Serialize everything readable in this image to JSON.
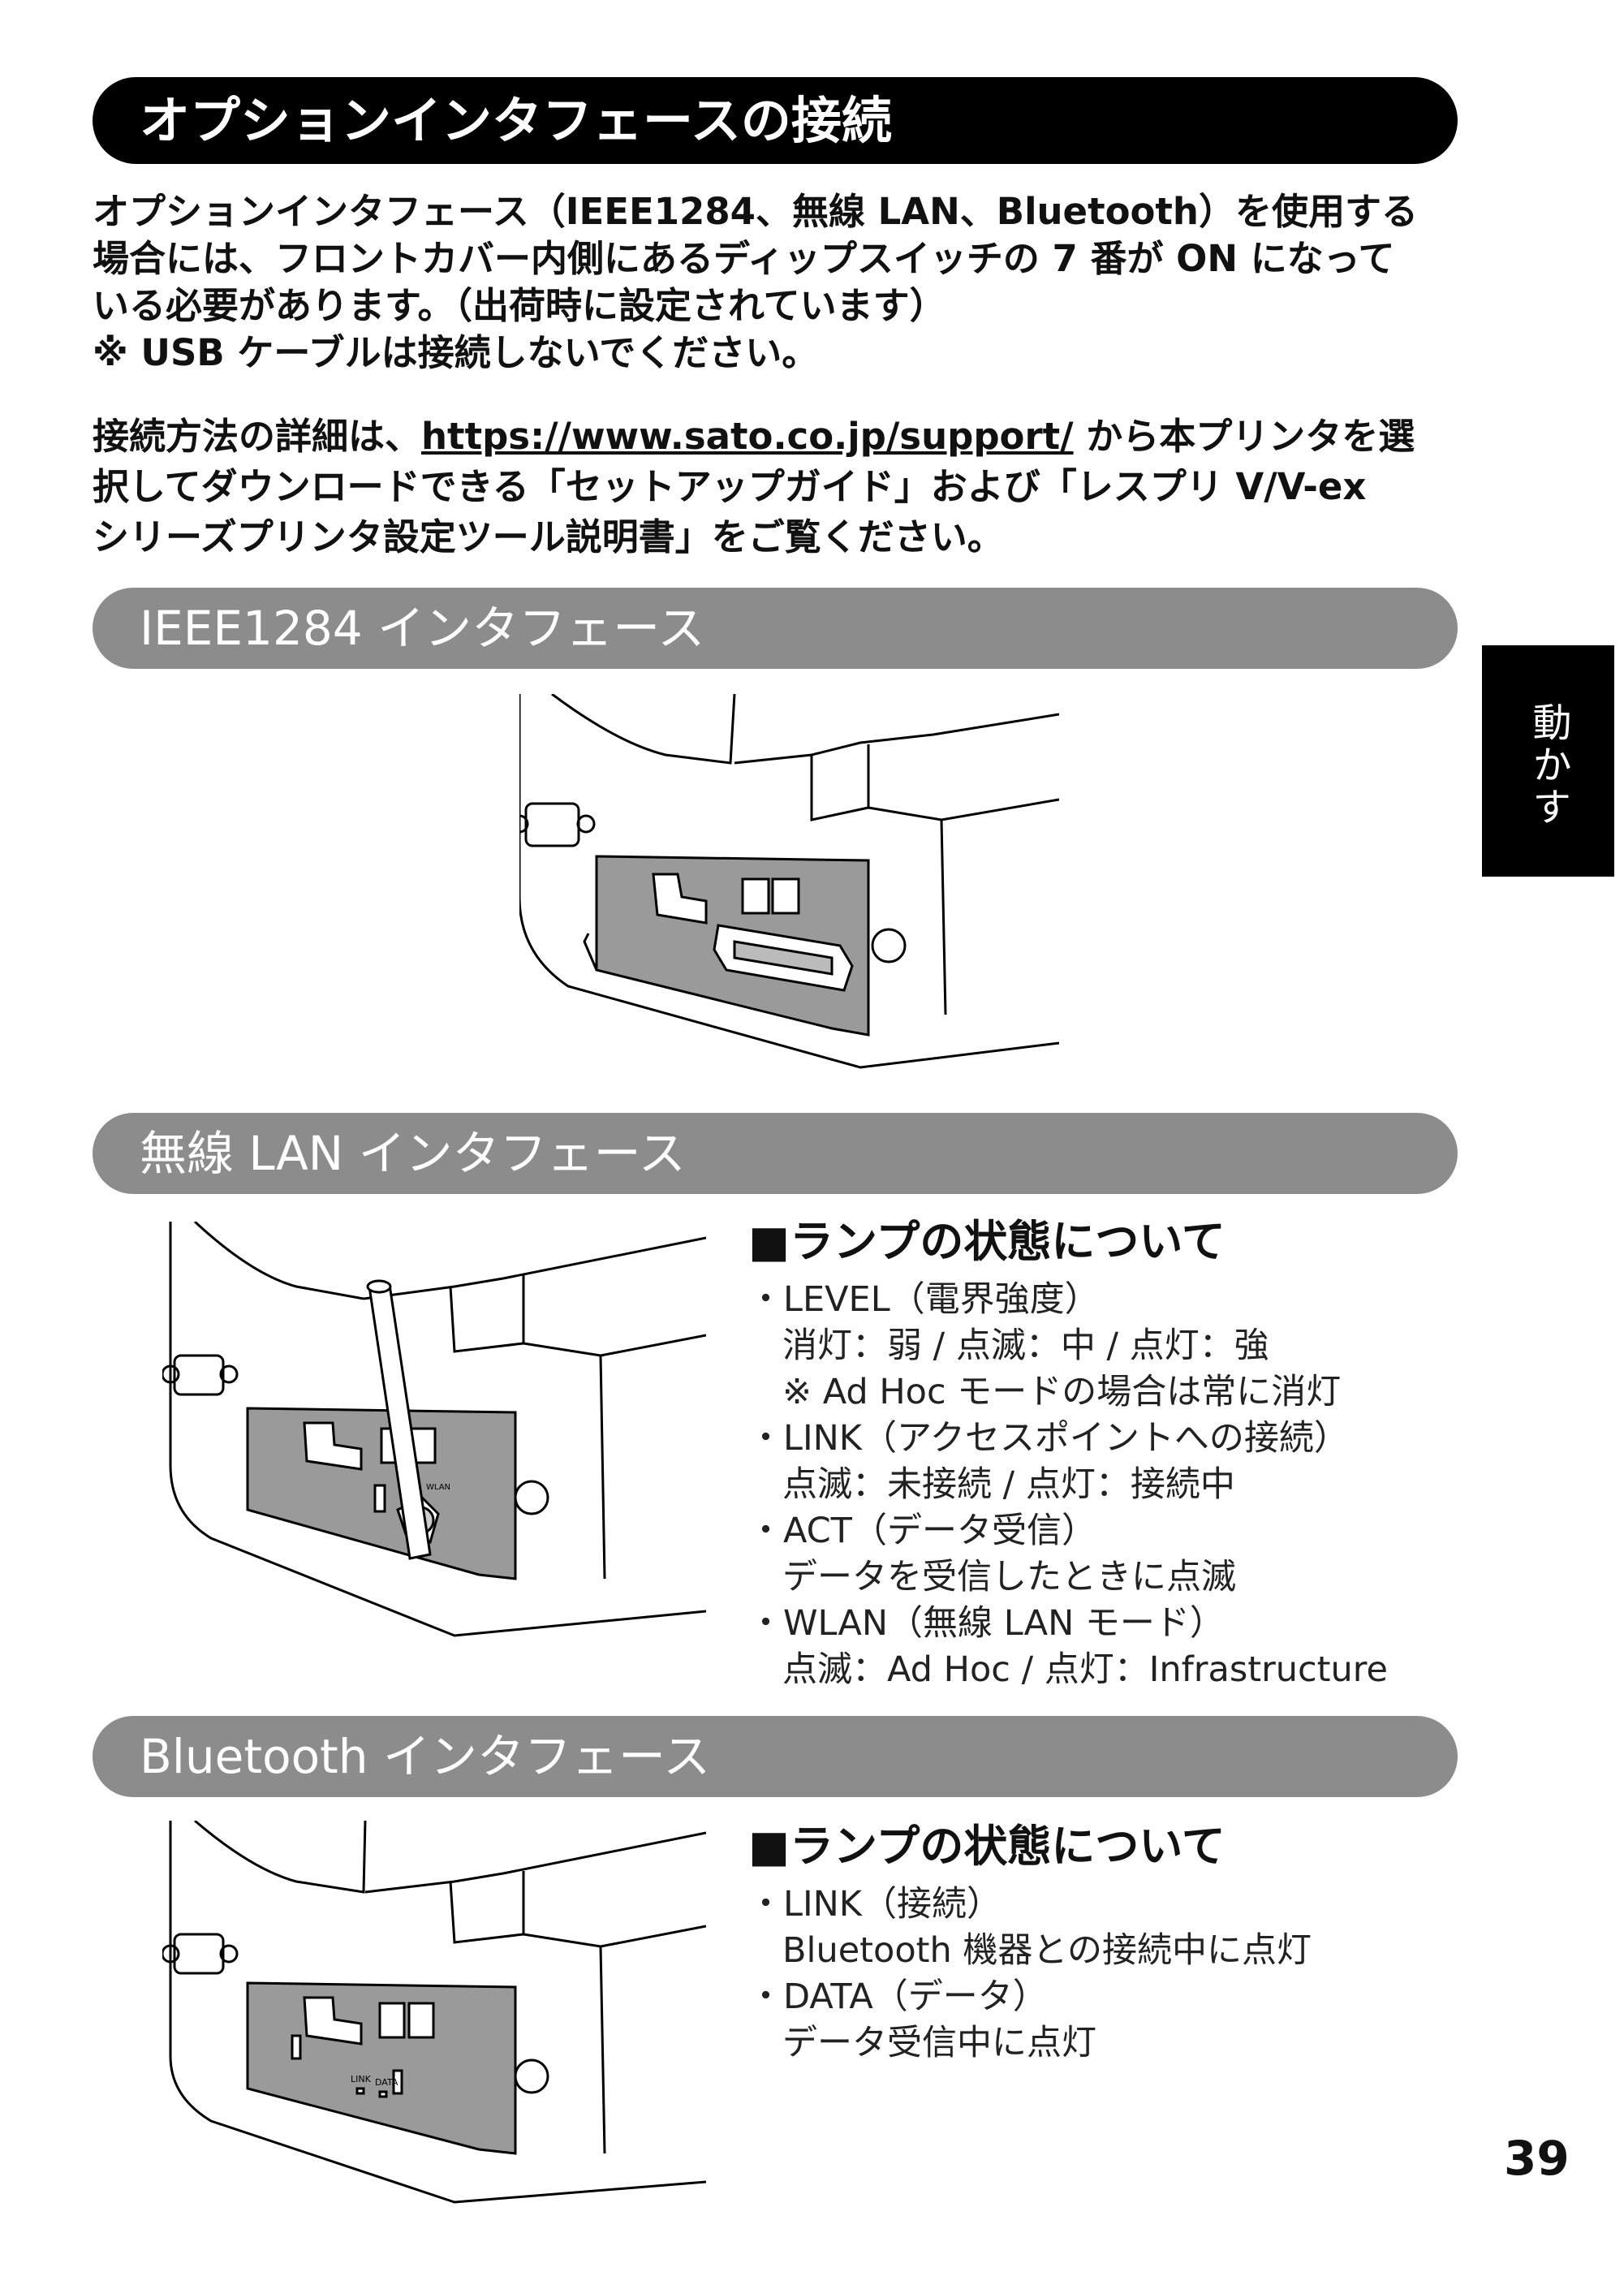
{
  "title": "オプションインタフェースの接続",
  "intro": {
    "lines": [
      "オプションインタフェース（IEEE1284、無線 LAN、Bluetooth）を使用する",
      "場合には、フロントカバー内側にあるディップスイッチの 7 番が ON になって",
      "いる必要があります。（出荷時に設定されています）",
      "※ USB ケーブルは接続しないでください。"
    ],
    "details_prefix": "接続方法の詳細は、",
    "details_link": "https://www.sato.co.jp/support/",
    "details_line1_suffix": " から本プリンタを選",
    "details_line2": "択してダウンロードできる「セットアップガイド」および「レスプリ V/V-ex",
    "details_line3": "シリーズプリンタ設定ツール説明書」をご覧ください。"
  },
  "sections": {
    "ieee": {
      "title": "IEEE1284 インタフェース"
    },
    "wlan": {
      "title": "無線 LAN インタフェース",
      "lamp_heading": "■ランプの状態について",
      "items": [
        {
          "label": "・LEVEL（電界強度）",
          "lines": [
            "消灯：弱 / 点滅：中 / 点灯：強",
            "※ Ad Hoc モードの場合は常に消灯"
          ]
        },
        {
          "label": "・LINK（アクセスポイントへの接続）",
          "lines": [
            "点滅：未接続 / 点灯：接続中"
          ]
        },
        {
          "label": "・ACT（データ受信）",
          "lines": [
            "データを受信したときに点滅"
          ]
        },
        {
          "label": "・WLAN（無線 LAN モード）",
          "lines": [
            "点滅：Ad Hoc / 点灯：Infrastructure"
          ]
        }
      ]
    },
    "bt": {
      "title": "Bluetooth インタフェース",
      "lamp_heading": "■ランプの状態について",
      "items": [
        {
          "label": "・LINK（接続）",
          "lines": [
            "Bluetooth 機器との接続中に点灯"
          ]
        },
        {
          "label": "・DATA（データ）",
          "lines": [
            "データ受信中に点灯"
          ]
        }
      ]
    }
  },
  "side_tab": "動かす",
  "page_number": "39",
  "illustration_labels": {
    "link": "LINK",
    "data": "DATA",
    "wlan": "WLAN"
  }
}
